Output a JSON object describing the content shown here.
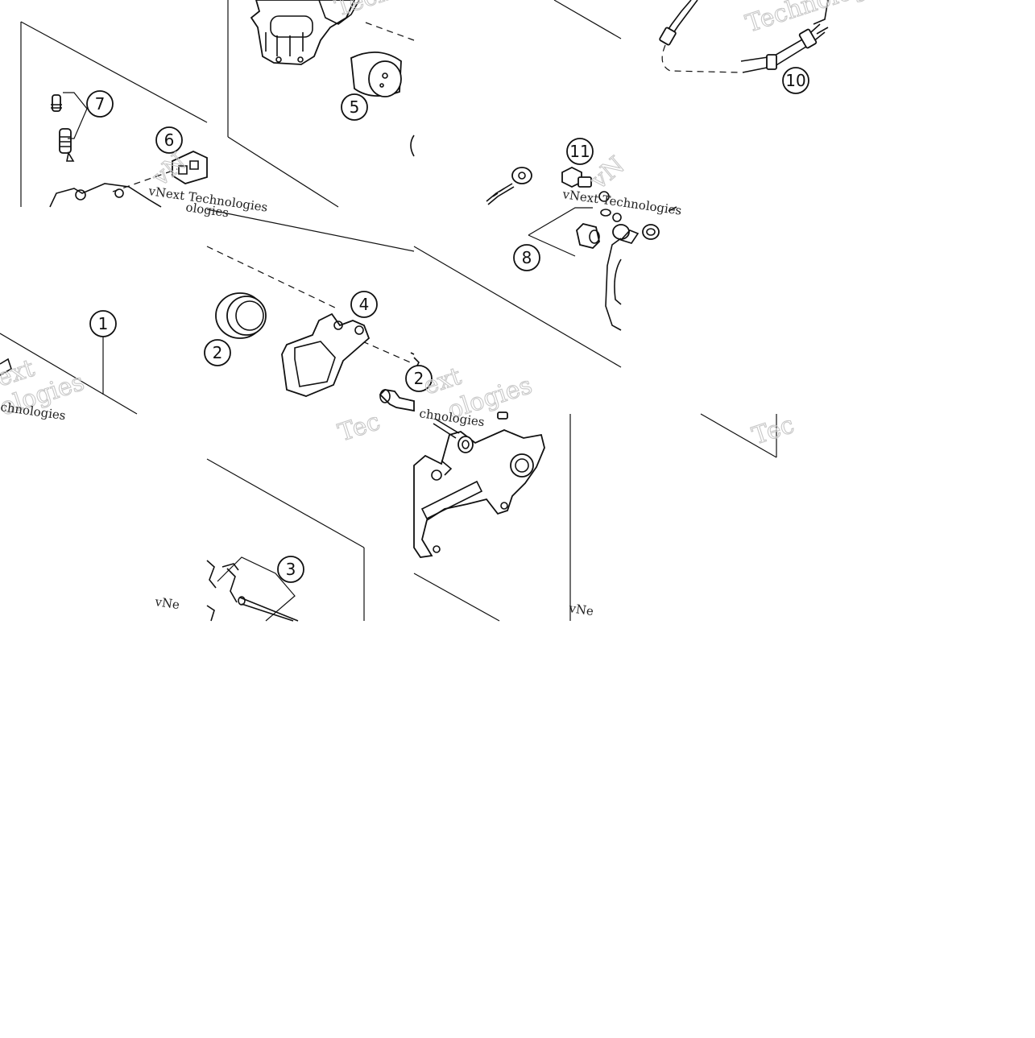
{
  "diagram": {
    "callouts": [
      "1",
      "2",
      "2",
      "3",
      "4",
      "5",
      "6",
      "7",
      "8",
      "10",
      "11"
    ],
    "watermarks": {
      "brand_large": "Technologies",
      "brand_large_alt": "Techno",
      "brand_small": "vNext Technologies",
      "brand_fragment_vnext": "vNext",
      "brand_fragment_ext": "ext",
      "brand_fragment_tech": "Tec",
      "brand_fragment_ologies": "ologies",
      "brand_fragment_vne": "vNe",
      "brand_fragment_vn": "vN",
      "brand_fragment_chnologies": "chnologies"
    }
  }
}
